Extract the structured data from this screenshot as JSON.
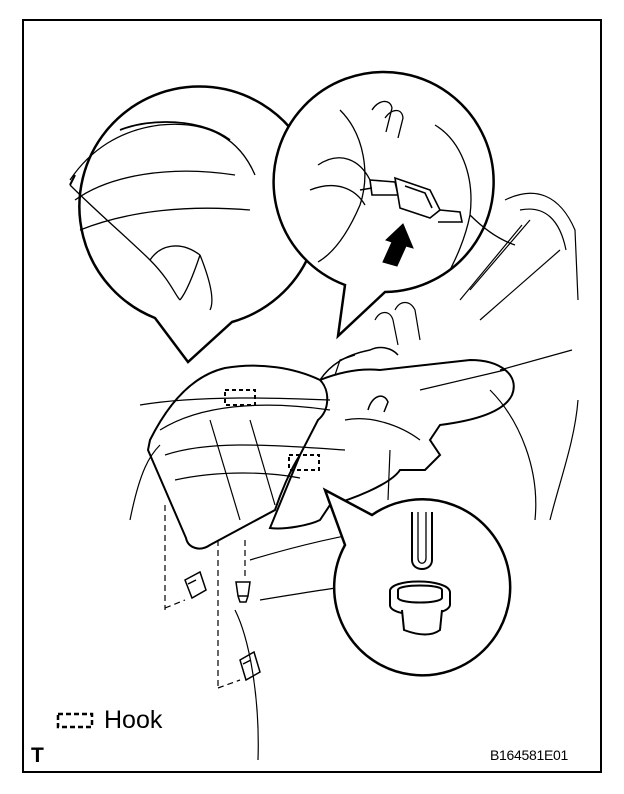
{
  "legend": {
    "symbol_icon": "dashed-rectangle-icon",
    "label": "Hook"
  },
  "corner_letter": "T",
  "figure_code": "B164581E01",
  "callouts": [
    {
      "name": "detail-circle-seat-edge",
      "icon": "seat-cushion-edge"
    },
    {
      "name": "detail-circle-connector",
      "icon": "wire-harness-connector"
    },
    {
      "name": "detail-circle-hook",
      "icon": "hook-and-clip"
    }
  ],
  "colors": {
    "line": "#000000",
    "background": "#ffffff"
  }
}
